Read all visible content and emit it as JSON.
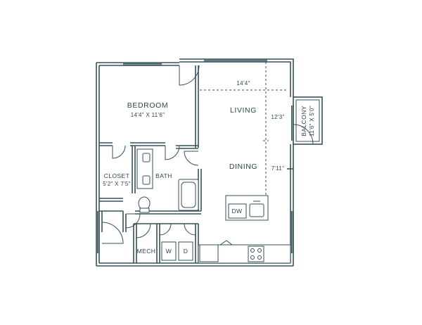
{
  "plan": {
    "rooms": {
      "bedroom": {
        "name": "BEDROOM",
        "size": "14'4\" X 11'6\""
      },
      "living": {
        "name": "LIVING"
      },
      "dining": {
        "name": "DINING"
      },
      "closet": {
        "name": "CLOSET",
        "size": "5'2\" X 7'5\""
      },
      "bath": {
        "name": "BATH"
      },
      "balcony": {
        "name": "BALCONY",
        "size": "11'6\" X 5'0\""
      },
      "mech": {
        "name": "MECH"
      }
    },
    "dimensions": {
      "living_width": "14'4\"",
      "living_depth": "12'3\"",
      "dining_depth": "7'11\""
    },
    "appliances": {
      "dishwasher": "DW",
      "washer": "W",
      "dryer": "D"
    }
  }
}
